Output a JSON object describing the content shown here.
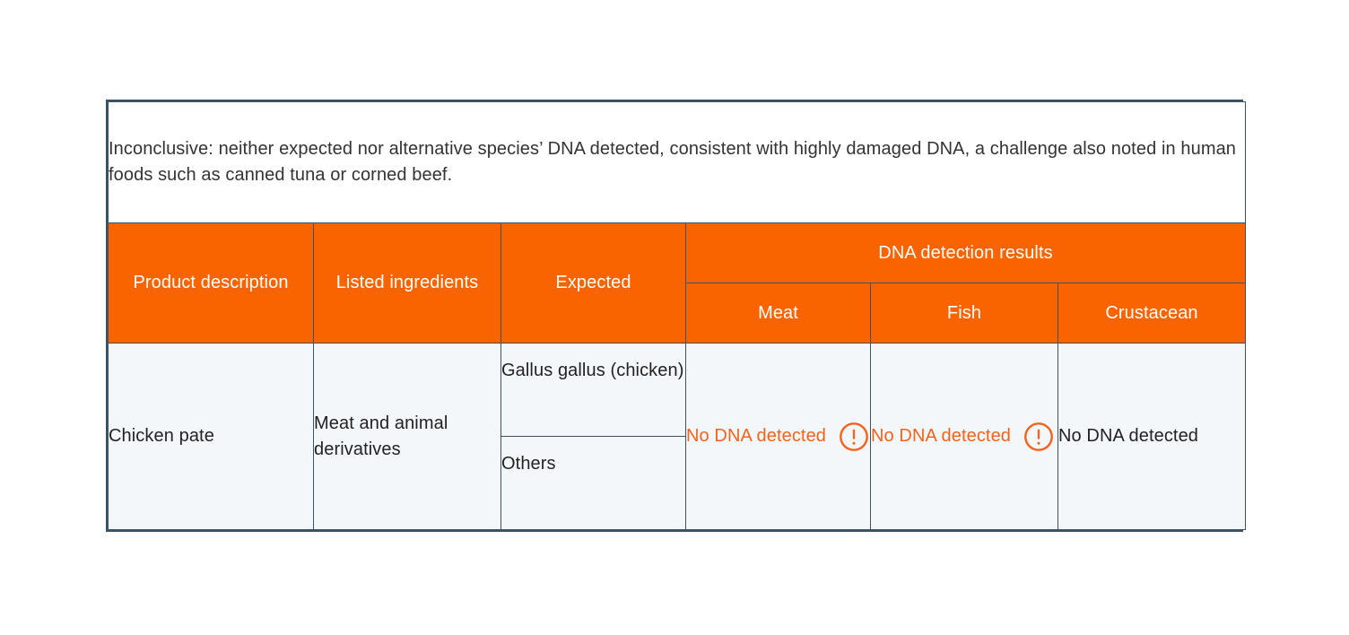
{
  "note": {
    "text": "Inconclusive: neither expected nor alternative species’ DNA detected, consistent with highly damaged DNA, a challenge also noted in human foods such as canned tuna or corned beef."
  },
  "colors": {
    "header_background": "#FA6400",
    "header_text": "#FFFFFF",
    "body_background": "#F3F7FA",
    "body_text": "#222222",
    "alert_text": "#F4621B",
    "alert_icon": "#F4621B",
    "border": "#3B5463",
    "note_background": "#FFFFFF"
  },
  "header": {
    "product_description": "Product description",
    "listed_ingredients": "Listed ingredients",
    "expected": "Expected",
    "dna_detection_results": "DNA detection results",
    "sub_columns": [
      "Meat",
      "Fish",
      "Crustacean"
    ]
  },
  "rows": [
    {
      "product_description": "Chicken pate",
      "listed_ingredients": "Meat and animal derivatives",
      "expected": [
        "Gallus gallus (chicken)",
        "Others"
      ],
      "results": [
        {
          "column": "Meat",
          "value": "No DNA detected",
          "alert": true,
          "icon": "warning-circle-icon"
        },
        {
          "column": "Fish",
          "value": "No DNA detected",
          "alert": true,
          "icon": "warning-circle-icon"
        },
        {
          "column": "Crustacean",
          "value": "No DNA detected",
          "alert": false,
          "icon": null
        }
      ]
    }
  ]
}
